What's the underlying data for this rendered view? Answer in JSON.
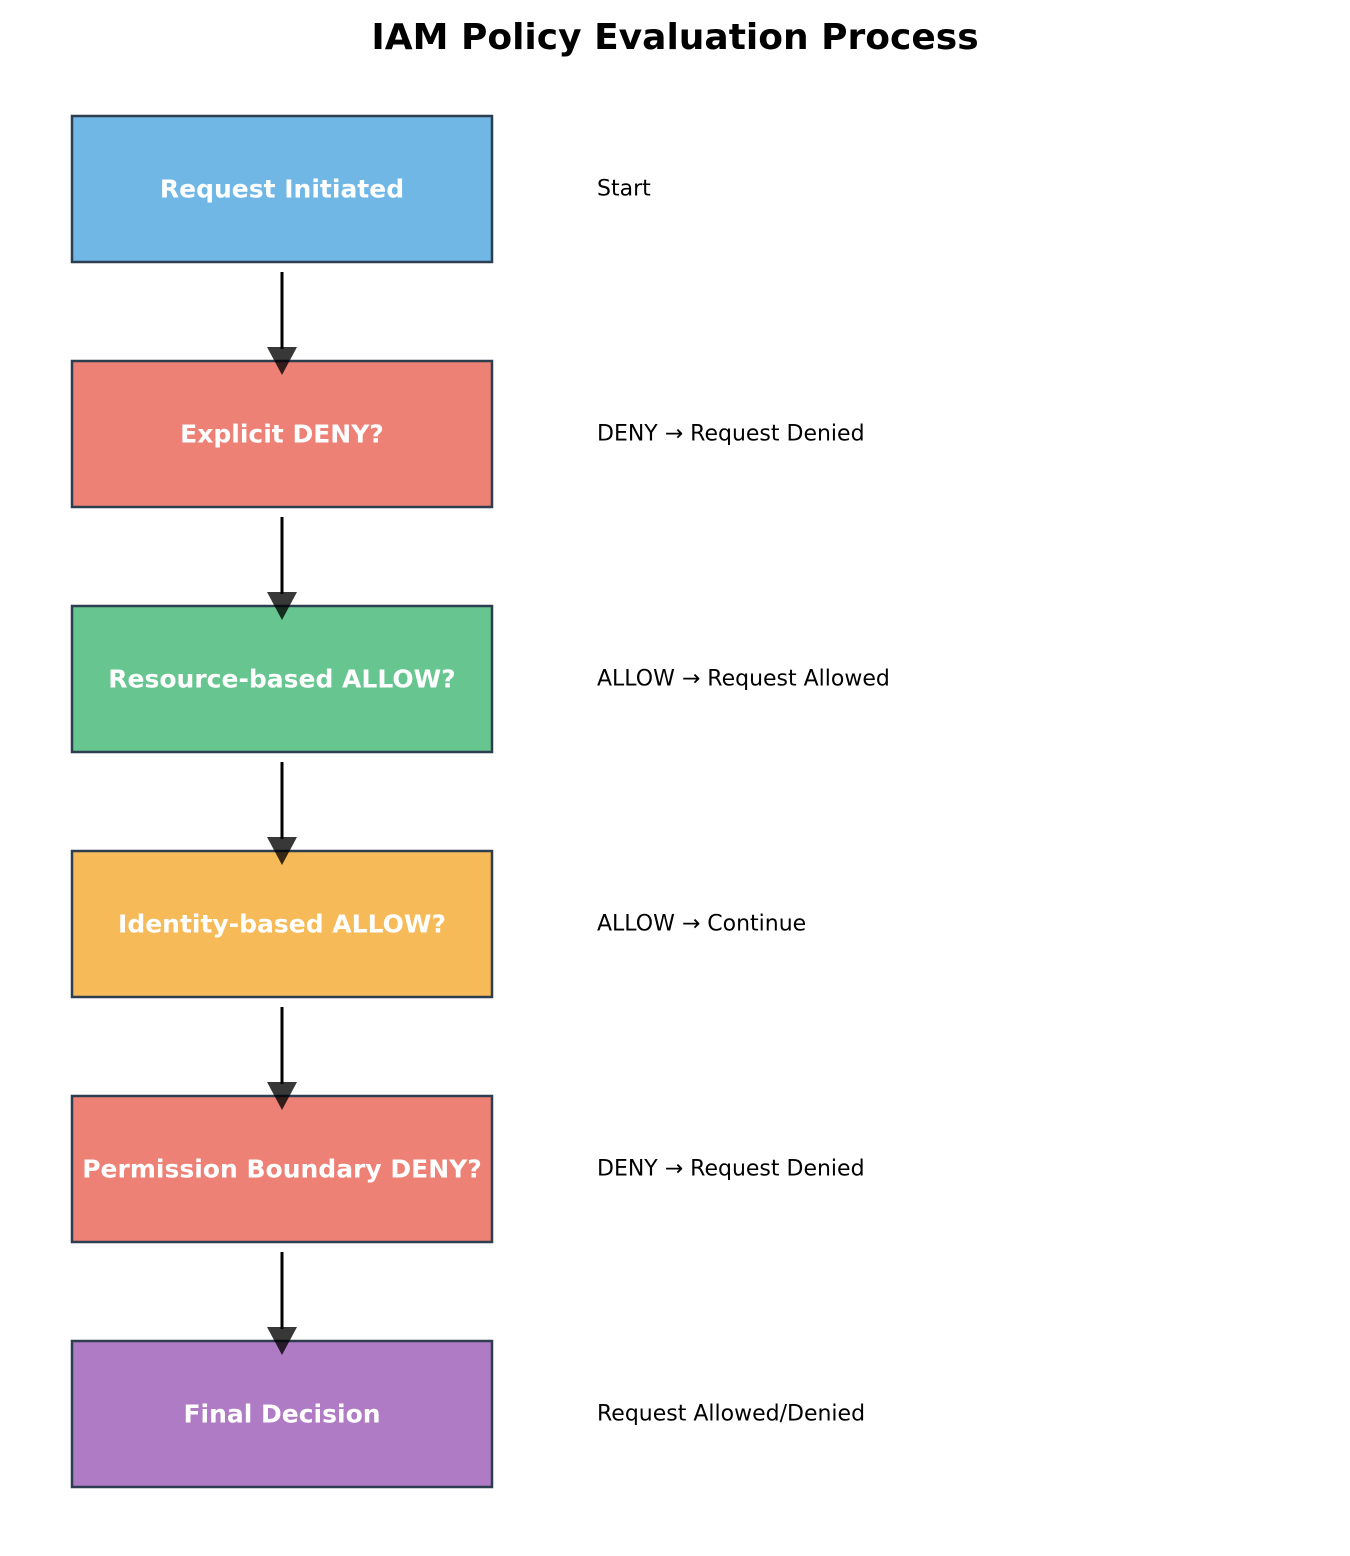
{
  "title": "IAM Policy Evaluation Process",
  "steps": [
    {
      "label": "Request Initiated",
      "note": "Start",
      "color": "#5DADE2"
    },
    {
      "label": "Explicit DENY?",
      "note": "DENY → Request Denied",
      "color": "#EC7063"
    },
    {
      "label": "Resource-based ALLOW?",
      "note": "ALLOW → Request Allowed",
      "color": "#52BE80"
    },
    {
      "label": "Identity-based ALLOW?",
      "note": "ALLOW → Continue",
      "color": "#F5B041"
    },
    {
      "label": "Permission Boundary DENY?",
      "note": "DENY → Request Denied",
      "color": "#EC7063"
    },
    {
      "label": "Final Decision",
      "note": "Request Allowed/Denied",
      "color": "#A569BD"
    }
  ],
  "border_color": "#2C3E50",
  "arrow_color": "#000000"
}
